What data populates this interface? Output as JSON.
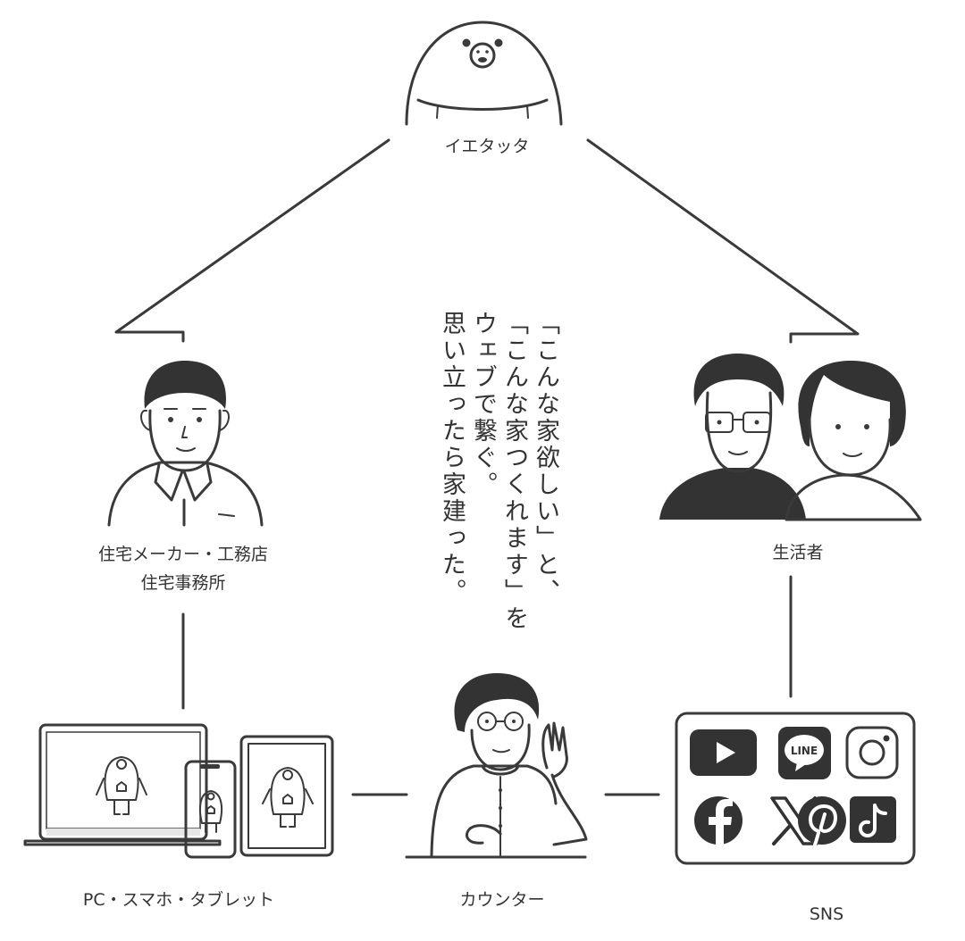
{
  "nodes": {
    "ietatta": "イエタッタ",
    "maker_line1": "住宅メーカー・工務店",
    "maker_line2": "住宅事務所",
    "consumer": "生活者",
    "devices": "PC・スマホ・タブレット",
    "counter": "カウンター",
    "sns": "SNS"
  },
  "catchphrase": {
    "line1": "「こんな家欲しい」と、",
    "line2": "「こんな家つくれます」を",
    "line3": "ウェブで繋ぐ。",
    "line4": "思い立ったら家建った。"
  },
  "sns_icons": [
    "youtube-icon",
    "line-icon",
    "instagram-icon",
    "facebook-icon",
    "x-icon",
    "pinterest-icon",
    "tiktok-icon"
  ],
  "sns_icon_text": {
    "line": "LINE"
  },
  "colors": {
    "ink": "#333333",
    "line": "#3a3a3a",
    "fill_dark": "#333333",
    "screen_gray": "#e6e6e6"
  }
}
